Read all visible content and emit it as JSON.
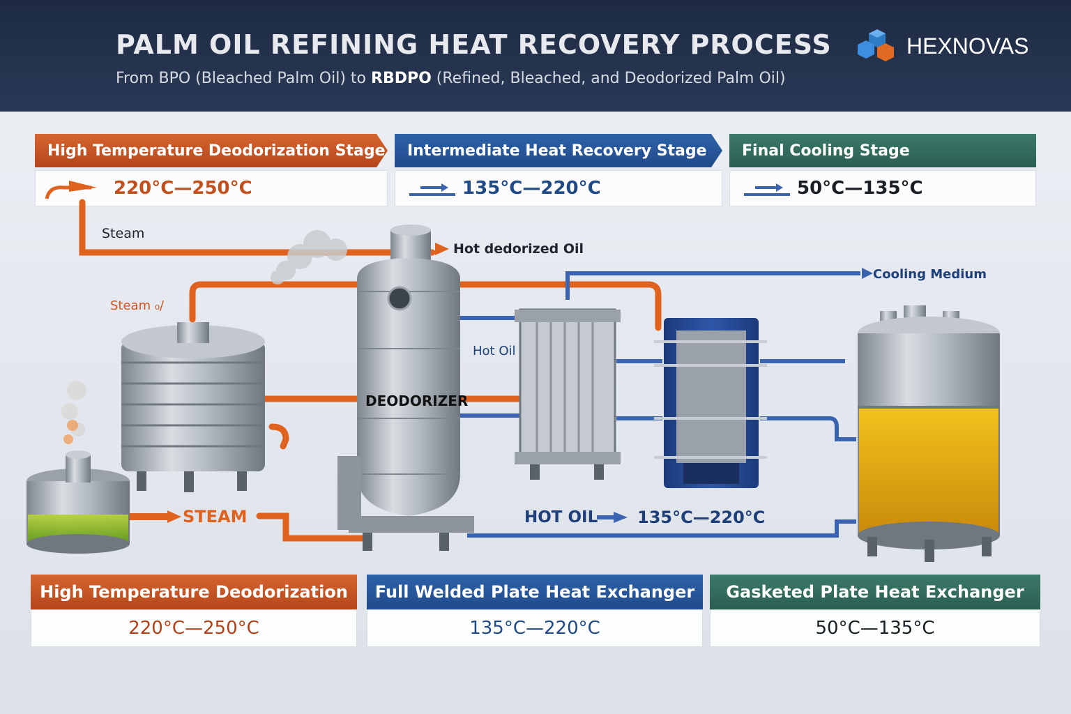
{
  "header": {
    "title": "PALM OIL REFINING HEAT RECOVERY PROCESS",
    "subtitle_prefix": "From BPO (Bleached Palm Oil) to ",
    "subtitle_bold": "RBDPO",
    "subtitle_suffix": " (Refined, Bleached, and Deodorized Palm Oil)",
    "logo_text": "HEXNOVAS",
    "logo_icon": "hexagon-cubes-icon"
  },
  "stages": [
    {
      "label": "High Temperature Deodorization Stage",
      "range": "220°C—250°C",
      "color": "#c0511f",
      "icon": "steam-pipe-icon"
    },
    {
      "label": "Intermediate Heat Recovery Stage",
      "range": "135°C—220°C",
      "color": "#2a5a9f",
      "icon": "flow-arrow-icon"
    },
    {
      "label": "Final Cooling Stage",
      "range": "50°C—135°C",
      "color": "#2f6b5b",
      "icon": "flow-arrow-icon"
    }
  ],
  "diagram": {
    "steam_top": "Steam",
    "hot_deodorized_oil": "Hot dedorized Oil",
    "cooling_medium": "Cooling Medium",
    "steam_side": "Steam ₀/",
    "hot_oil_label": "Hot Oil",
    "deodorizer": "DEODORIZER",
    "steam_big": "STEAM",
    "hot_oil_big": "HOT OIL",
    "hot_oil_range": "135°C—220°C"
  },
  "footer": [
    {
      "label": "High Temperature Deodorization",
      "range": "220°C—250°C",
      "color": "#c0511f",
      "text_color": "#b2421a"
    },
    {
      "label": "Full Welded Plate Heat Exchanger",
      "range": "135°C—220°C",
      "color": "#2a5a9f",
      "text_color": "#1f4a86"
    },
    {
      "label": "Gasketed Plate Heat Exchanger",
      "range": "50°C—135°C",
      "color": "#2f6b5b",
      "text_color": "#1a1e25"
    }
  ],
  "colors": {
    "steam_pipe": "#e0621f",
    "oil_pipe": "#3b64b0",
    "steel": "#a9b0b8"
  }
}
